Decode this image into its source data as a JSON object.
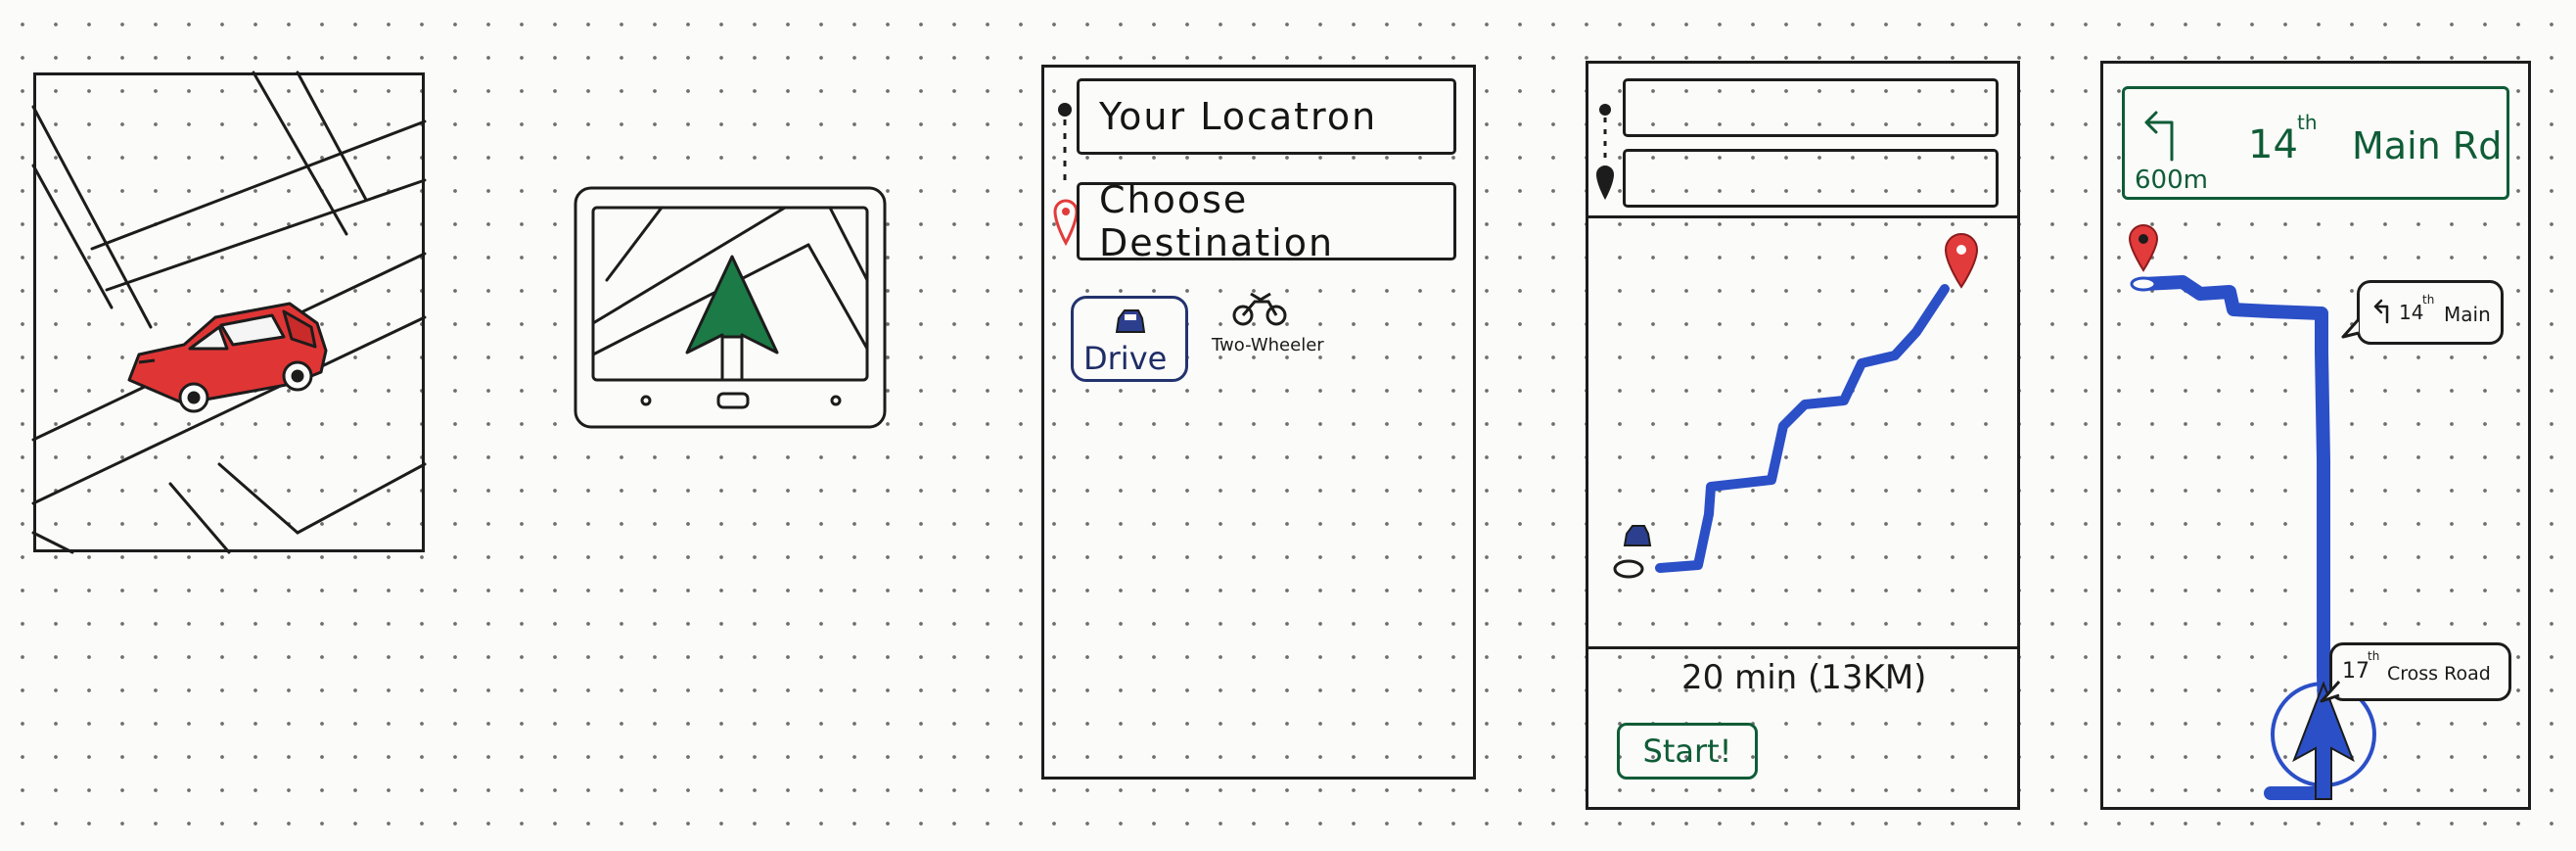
{
  "screen3": {
    "location_placeholder": "Your Locatron",
    "destination_placeholder": "Choose Destination",
    "mode_drive": "Drive",
    "mode_two_wheeler": "Two-Wheeler"
  },
  "screen4": {
    "eta": "20 min (13KM)",
    "start_button": "Start!"
  },
  "screen5": {
    "street_number": "14",
    "street_suffix": "th",
    "street_name": "Main Rd",
    "distance": "600m",
    "callout_top_number": "14",
    "callout_top_suffix": "th",
    "callout_top_name": "Main",
    "callout_bottom_number": "17",
    "callout_bottom_suffix": "th",
    "callout_bottom_name": "Cross Road"
  },
  "colors": {
    "route_blue": "#2b4fc6",
    "pin_red": "#e23b3b",
    "arrow_green": "#1b7a45",
    "header_green": "#0f5c36",
    "car_red": "#e03535"
  },
  "icons": [
    "car-icon",
    "navigation-arrow-icon",
    "location-dot-icon",
    "destination-pin-icon",
    "car-mode-icon",
    "motorbike-icon",
    "turn-left-arrow-icon"
  ]
}
